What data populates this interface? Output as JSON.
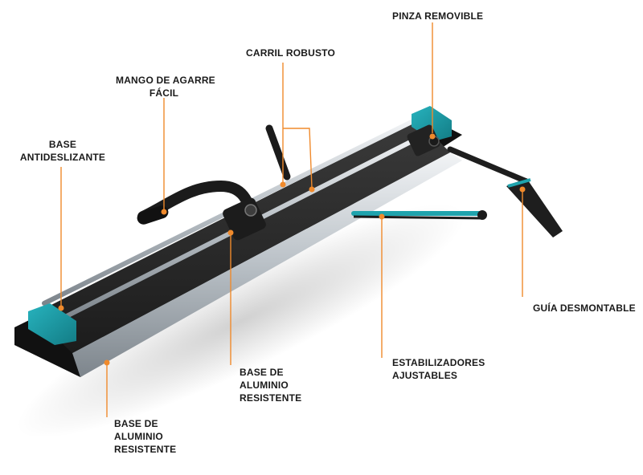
{
  "colors": {
    "accent": "#1a9aa5",
    "callout": "#f08a2c",
    "rail": "#c9ced3",
    "body": "#2b2b2b",
    "base": "#161616"
  },
  "callouts": {
    "pinza": {
      "line1": "PINZA REMOVIBLE"
    },
    "carril": {
      "line1": "CARRIL ROBUSTO"
    },
    "mango": {
      "line1": "MANGO DE AGARRE",
      "line2": "FÁCIL"
    },
    "base_antideslizante": {
      "line1": "BASE",
      "line2": "ANTIDESLIZANTE"
    },
    "guia": {
      "line1": "GUÍA DESMONTABLE"
    },
    "estabilizadores": {
      "line1": "ESTABILIZADORES",
      "line2": "AJUSTABLES"
    },
    "base_aluminio_mid": {
      "line1": "BASE DE",
      "line2": "ALUMINIO",
      "line3": "RESISTENTE"
    },
    "base_aluminio_low": {
      "line1": "BASE DE",
      "line2": "ALUMINIO",
      "line3": "RESISTENTE"
    }
  }
}
